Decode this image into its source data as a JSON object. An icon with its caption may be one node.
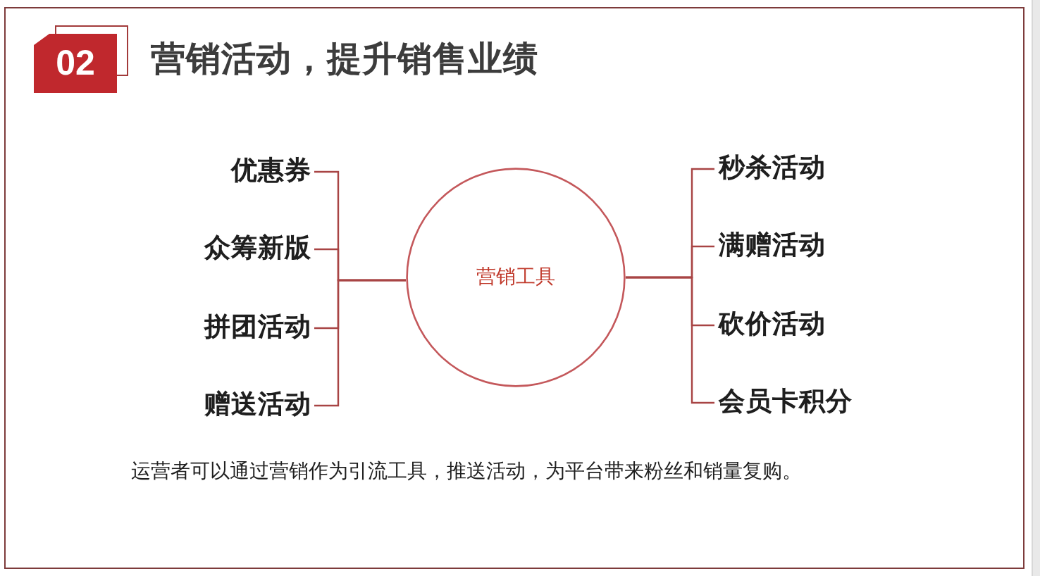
{
  "diagram": {
    "title": "营销活动，提升销售业绩",
    "nodes": [
      {
        "text": [
          "02"
        ]
      },
      {
        "text": [
          "优惠券"
        ]
      },
      {
        "text": [
          "众筹新版"
        ]
      },
      {
        "text": [
          "拼团活动"
        ]
      },
      {
        "text": [
          "赠送活动"
        ]
      },
      {
        "text": [
          "营销工具"
        ]
      },
      {
        "text": [
          "秒杀活动"
        ]
      },
      {
        "text": [
          "满赠活动"
        ]
      },
      {
        "text": [
          "砍价活动"
        ]
      },
      {
        "text": [
          "会员卡积分"
        ]
      }
    ],
    "edges": [
      {
        "from": 5,
        "to": 1,
        "arrow": "none"
      },
      {
        "from": 5,
        "to": 2,
        "arrow": "none"
      },
      {
        "from": 5,
        "to": 3,
        "arrow": "none"
      },
      {
        "from": 5,
        "to": 4,
        "arrow": "none"
      },
      {
        "from": 5,
        "to": 6,
        "arrow": "none"
      },
      {
        "from": 5,
        "to": 7,
        "arrow": "none"
      },
      {
        "from": 5,
        "to": 8,
        "arrow": "none"
      },
      {
        "from": 5,
        "to": 9,
        "arrow": "none"
      }
    ],
    "labels": [
      "运营者可以通过营销作为引流工具，推送活动，为平台带来粉丝和销量复购。"
    ]
  }
}
